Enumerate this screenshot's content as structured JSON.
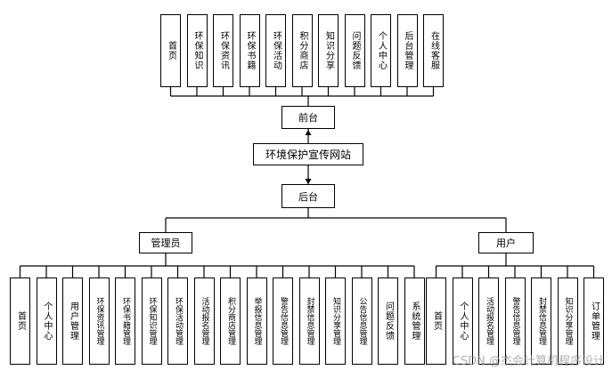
{
  "center": {
    "label": "环境保护宣传网站"
  },
  "front": {
    "label": "前台",
    "modules": [
      "首页",
      "环保知识",
      "环保资讯",
      "环保书籍",
      "环保活动",
      "积分商店",
      "知识分享",
      "问题反馈",
      "个人中心",
      "后台管理",
      "在线客服"
    ]
  },
  "back": {
    "label": "后台"
  },
  "admin": {
    "label": "管理员",
    "modules": [
      "首页",
      "个人中心",
      "用户管理",
      "环保资讯管理",
      "环保书籍管理",
      "环保知识管理",
      "环保活动管理",
      "活动报名管理",
      "积分商店管理",
      "举报信息管理",
      "警告信息管理",
      "封禁信息管理",
      "知识分享管理",
      "公告信息管理",
      "问题反馈",
      "系统管理"
    ]
  },
  "user": {
    "label": "用户",
    "modules": [
      "首页",
      "个人中心",
      "活动报名管理",
      "警告信息管理",
      "封禁信息管理",
      "知识分享管理",
      "订单管理"
    ]
  },
  "watermark": "CSDN @杰会计算机程序设计"
}
